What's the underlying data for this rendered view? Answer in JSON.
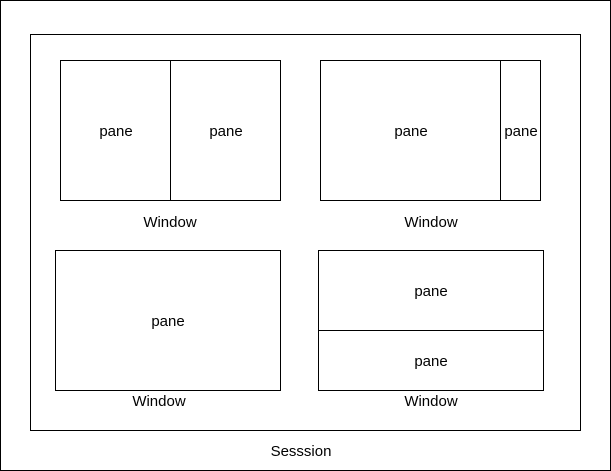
{
  "diagram": {
    "session_label": "Sesssion",
    "windows": [
      {
        "label": "Window",
        "panes": [
          "pane",
          "pane"
        ]
      },
      {
        "label": "Window",
        "panes": [
          "pane",
          "pane"
        ]
      },
      {
        "label": "Window",
        "panes": [
          "pane"
        ]
      },
      {
        "label": "Window",
        "panes": [
          "pane",
          "pane"
        ]
      }
    ]
  }
}
